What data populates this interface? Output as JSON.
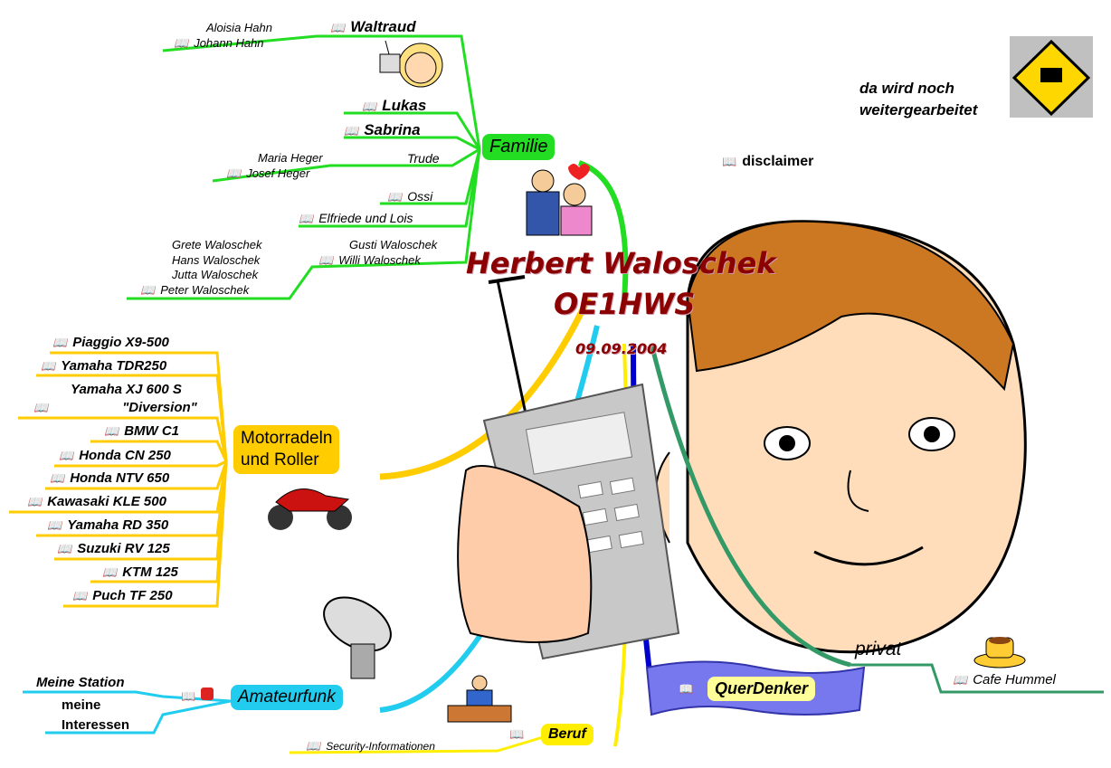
{
  "center": {
    "name": "Herbert Waloschek",
    "call": "OE1HWS",
    "date": "09.09.2004"
  },
  "note": {
    "line1": "da wird noch",
    "line2": "weitergearbeitet"
  },
  "disclaimer": "disclaimer",
  "familie": {
    "label": "Familie",
    "waltraud": "Waltraud",
    "waltraud_parents": [
      "Aloisia Hahn",
      "Johann Hahn"
    ],
    "lukas": "Lukas",
    "sabrina": "Sabrina",
    "trude": "Trude",
    "trude_parents": [
      "Maria Heger",
      "Josef Heger"
    ],
    "ossi": "Ossi",
    "elfriede": "Elfriede und Lois",
    "gusti": "Gusti Waloschek",
    "willi": "Willi Waloschek",
    "willi_children": [
      "Grete Waloschek",
      "Hans Waloschek",
      "Jutta Waloschek",
      "Peter Waloschek"
    ]
  },
  "motorrad": {
    "label_line1": "Motorradeln",
    "label_line2": "und Roller",
    "items": [
      "Piaggio X9-500",
      "Yamaha TDR250",
      "Yamaha XJ 600 S",
      "\"Diversion\"",
      "BMW C1",
      "Honda CN 250",
      "Honda NTV 650",
      "Kawasaki KLE 500",
      "Yamaha RD 350",
      "Suzuki RV 125",
      "KTM 125",
      "Puch TF 250"
    ]
  },
  "amateurfunk": {
    "label": "Amateurfunk",
    "station": "Meine Station",
    "interessen_line1": "meine",
    "interessen_line2": "Interessen"
  },
  "beruf": {
    "label": "Beruf",
    "security": "Security-Informationen"
  },
  "querdenker": "QuerDenker",
  "privat": {
    "label": "privat",
    "cafe": "Cafe Hummel"
  },
  "colors": {
    "familie": "#22dd22",
    "motorrad": "#ffcc00",
    "amateurfunk": "#22ccee",
    "beruf": "#ffee00",
    "privat": "#339966",
    "querdenker": "#7777ee",
    "title": "#8b0000"
  }
}
